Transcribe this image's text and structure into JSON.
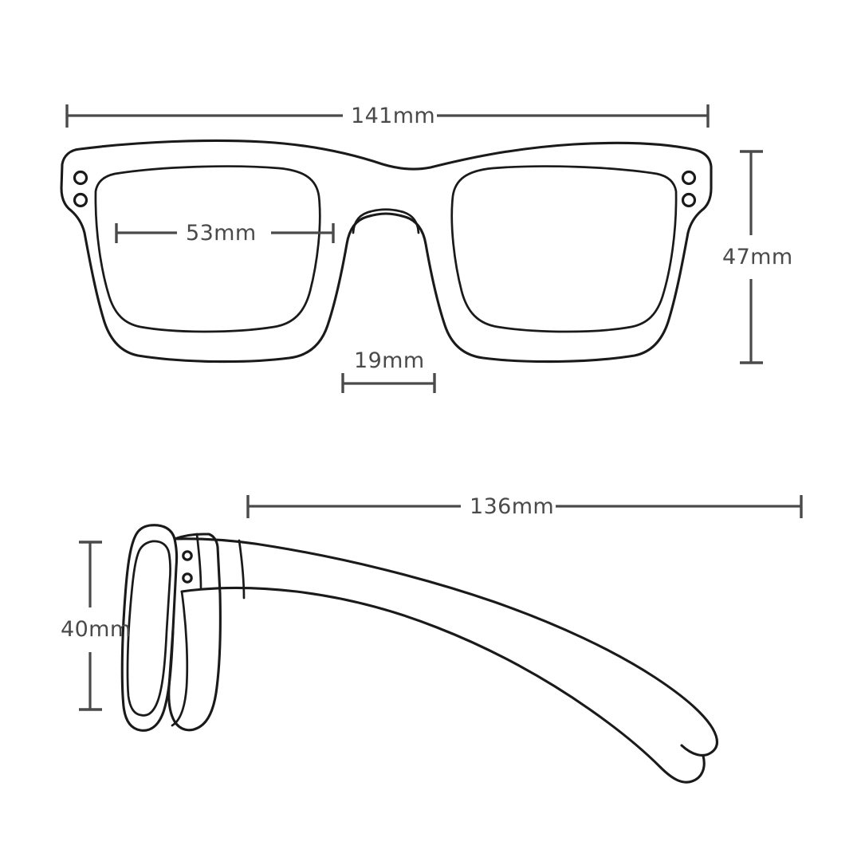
{
  "diagram": {
    "title": "Sunglasses dimension drawing",
    "background_color": "#ffffff",
    "stroke_color": "#1a1a1a",
    "dimension_color": "#4a4a4a",
    "views": [
      {
        "name": "front-view",
        "label": ""
      },
      {
        "name": "side-view",
        "label": ""
      }
    ]
  },
  "dimensions": {
    "frame_width": {
      "value": "141mm",
      "orientation": "horizontal",
      "view": "front",
      "describes": "total frame width"
    },
    "lens_width": {
      "value": "53mm",
      "orientation": "horizontal",
      "view": "front",
      "describes": "lens width"
    },
    "frame_height": {
      "value": "47mm",
      "orientation": "vertical",
      "view": "front",
      "describes": "lens / frame height"
    },
    "bridge_width": {
      "value": "19mm",
      "orientation": "horizontal",
      "view": "front",
      "describes": "bridge width"
    },
    "temple_length": {
      "value": "136mm",
      "orientation": "horizontal",
      "view": "side",
      "describes": "temple arm length"
    },
    "side_height": {
      "value": "40mm",
      "orientation": "vertical",
      "view": "side",
      "describes": "lens height in side view"
    }
  }
}
